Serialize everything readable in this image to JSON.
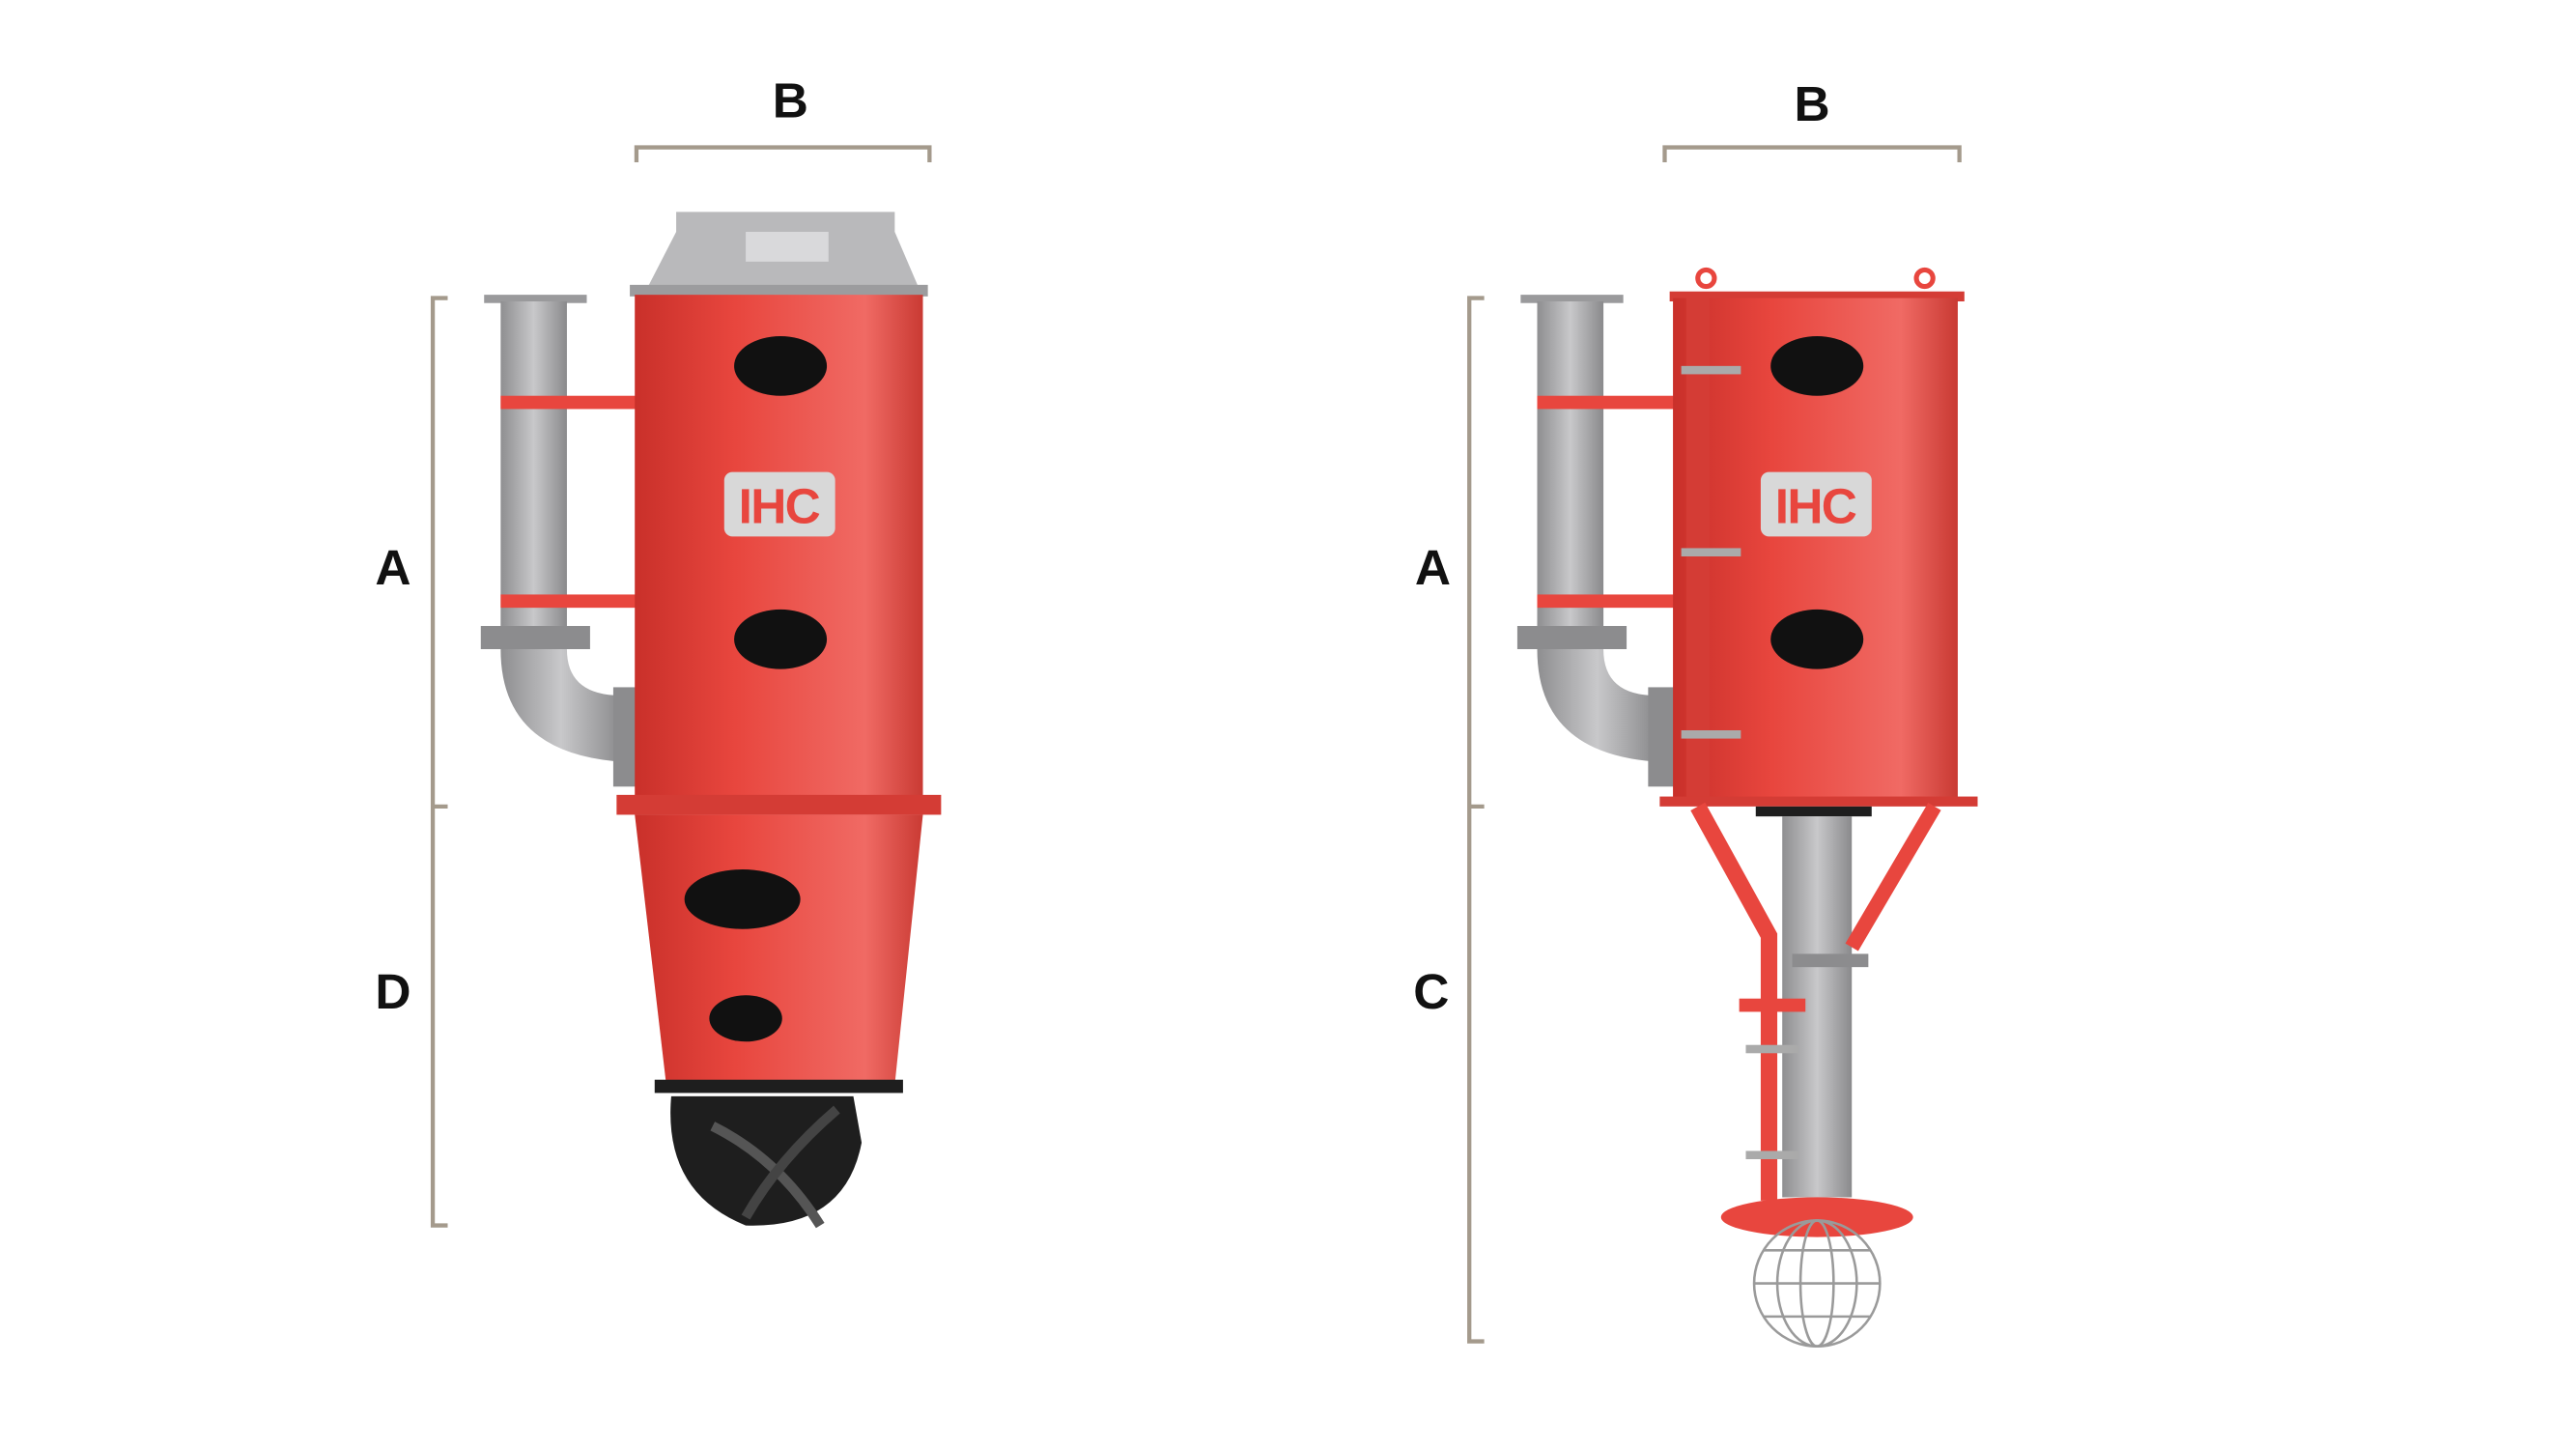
{
  "left_pump": {
    "label_top": "B",
    "label_upper": "A",
    "label_lower": "D",
    "logo": "IHC"
  },
  "right_pump": {
    "label_top": "B",
    "label_upper": "A",
    "label_lower": "C",
    "logo": "IHC"
  },
  "colors": {
    "body_red": "#e8463e",
    "pipe_gray": "#a9a9ab",
    "dimension_line": "#a49a8c",
    "cutter_black": "#1e1e1e"
  }
}
